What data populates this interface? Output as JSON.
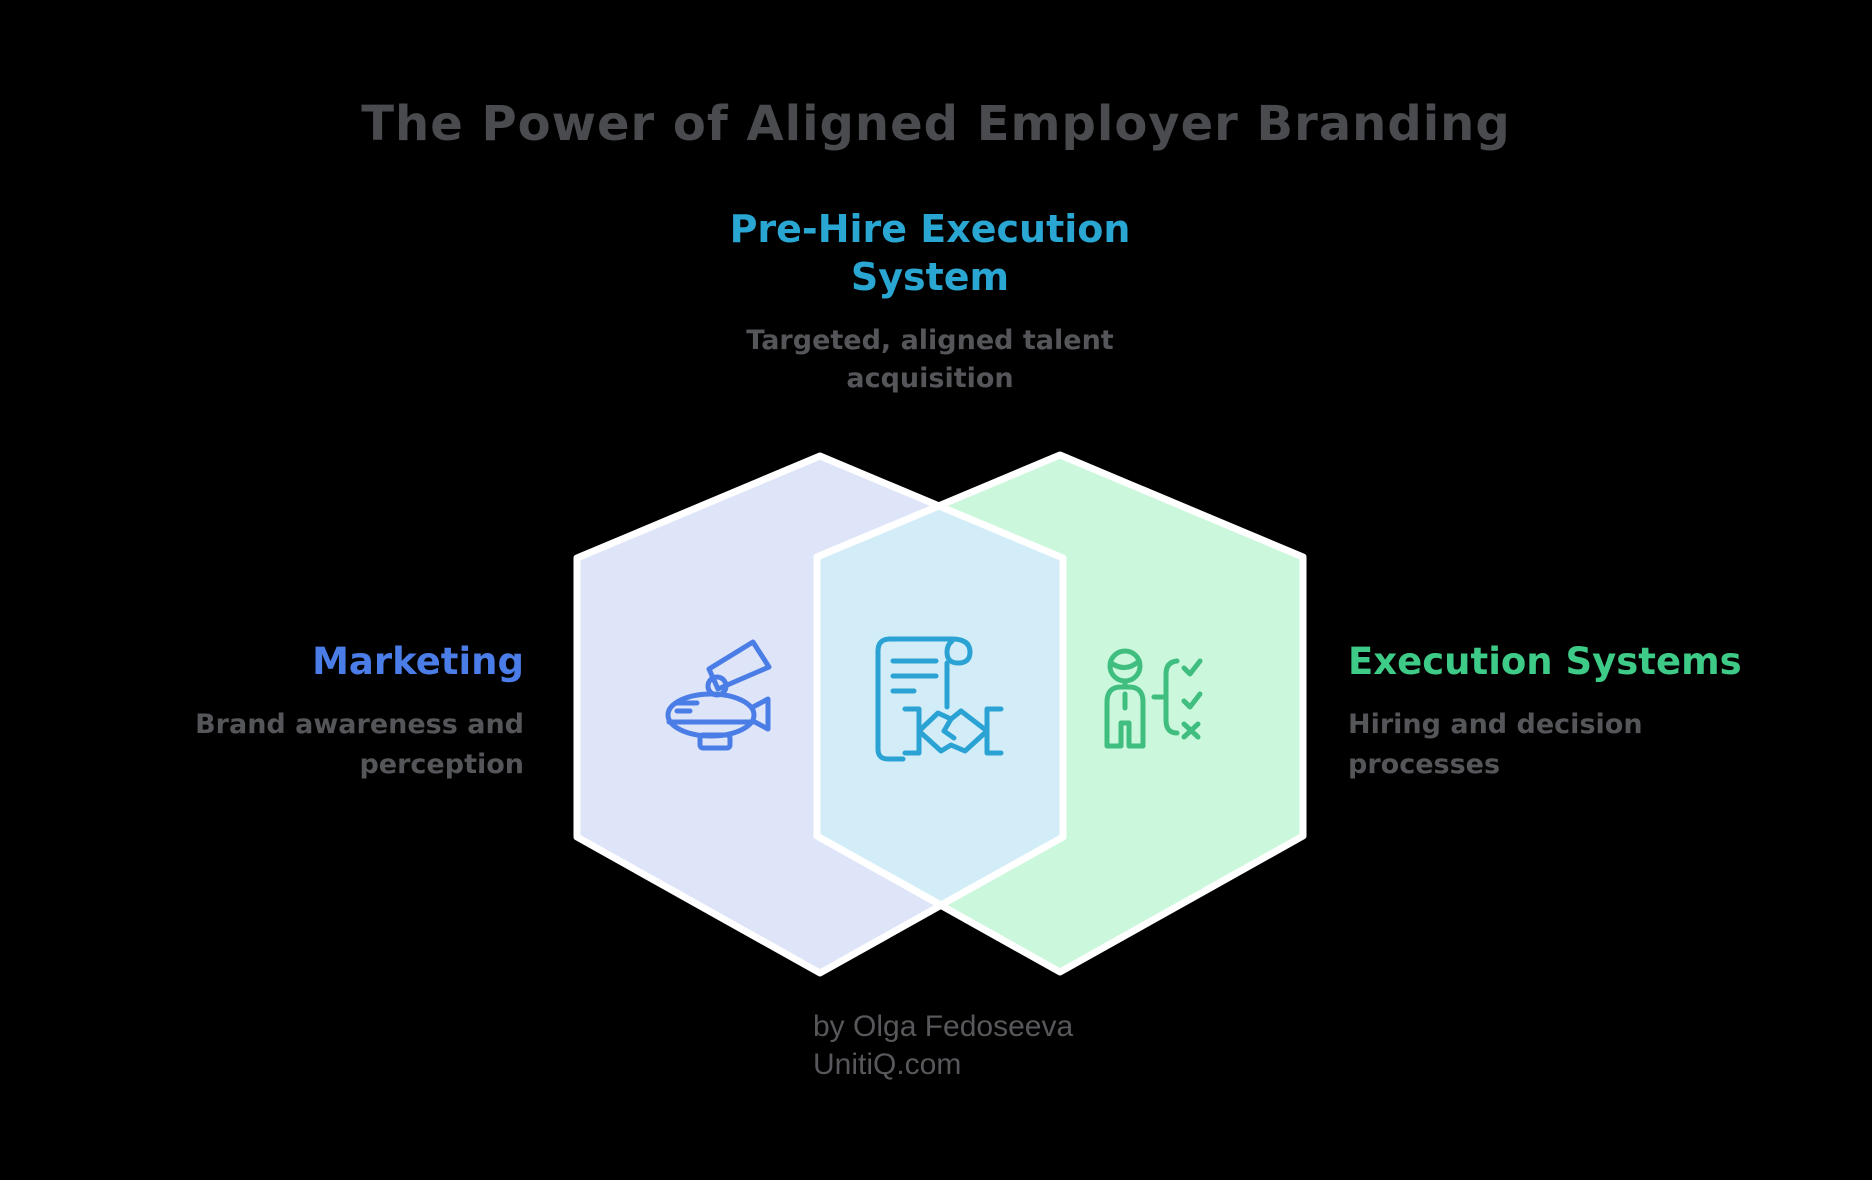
{
  "title": "The Power of Aligned Employer Branding",
  "diagram": {
    "top_section": {
      "heading": "Pre-Hire Execution System",
      "description": "Targeted, aligned talent acquisition",
      "accent_color": "#2aa6d3",
      "icon": "contract-handshake-icon"
    },
    "left_section": {
      "heading": "Marketing",
      "description": "Brand awareness and perception",
      "accent_color": "#4b7de8",
      "icon": "blimp-megaphone-icon"
    },
    "right_section": {
      "heading": "Execution Systems",
      "description": "Hiring and decision processes",
      "accent_color": "#3ecb87",
      "icon": "person-checklist-icon"
    },
    "shape_fills": {
      "left_hexagon": "#dee5f9",
      "right_hexagon": "#cbf7dc",
      "overlap_hexagon": "#d3edf8",
      "outline": "#ffffff"
    },
    "icon_stroke_colors": {
      "left": "#4a7de5",
      "center": "#2aa3d4",
      "right": "#3fbe80"
    }
  },
  "credit": {
    "line1": "by Olga Fedoseeva",
    "line2": "UnitiQ.com"
  },
  "background_color": "#000000",
  "title_color": "#4a4b4f",
  "description_color": "#55565a"
}
